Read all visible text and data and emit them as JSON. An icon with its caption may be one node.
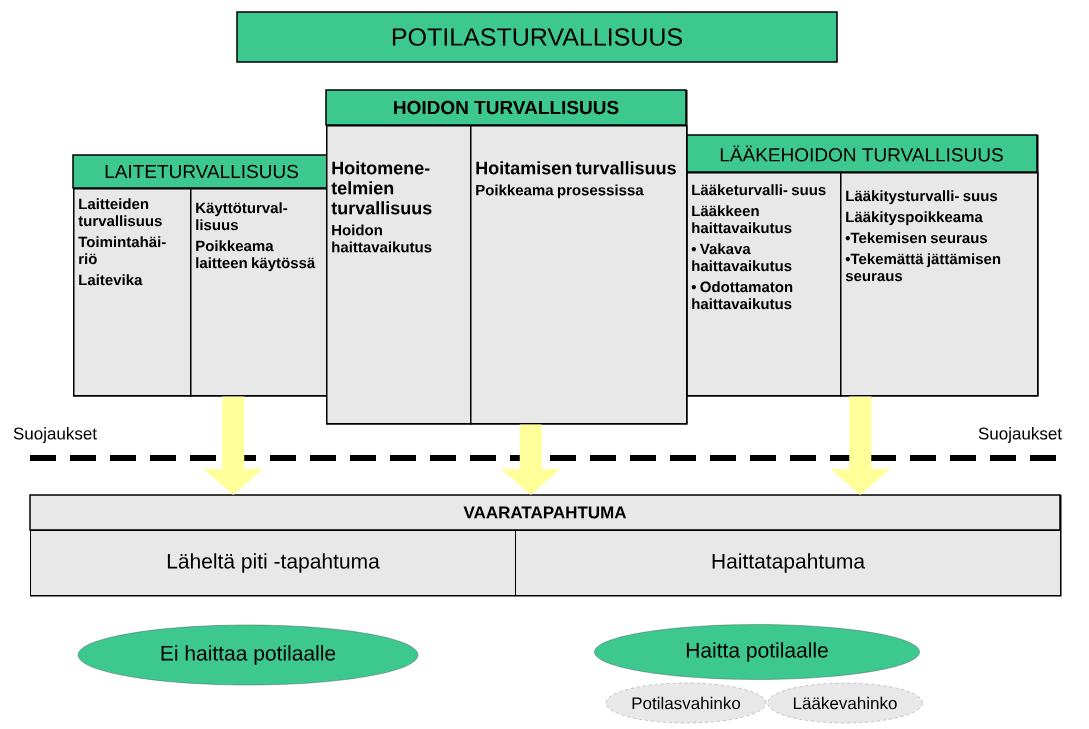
{
  "diagram": {
    "nodes": [
      {
        "text": [
          "POTILASTURVALLISUUS"
        ]
      },
      {
        "text": [
          "LAITETURVALLISUUS"
        ]
      },
      {
        "text": [
          "Laitteiden turvallisuus",
          "Toimintahäi- riö",
          "Laitevika"
        ],
        "in": 1
      },
      {
        "text": [
          "Käyttöturval- lisuus",
          "Poikkeama laitteen käytössä"
        ],
        "in": 1
      },
      {
        "text": [
          "HOIDON TURVALLISUUS"
        ]
      },
      {
        "text": [
          "Hoitomene- telmien turvallisuus",
          "Hoidon haittavaikutus"
        ],
        "in": 4
      },
      {
        "text": [
          "Hoitamisen turvallisuus",
          "Poikkeama prosessissa"
        ],
        "in": 4
      },
      {
        "text": [
          "LÄÄKEHOIDON TURVALLISUUS"
        ]
      },
      {
        "text": [
          "Lääketurvalli- suus",
          "Lääkkeen haittavaikutus",
          "• Vakava haittavaikutus",
          "• Odottamaton haittavaikutus"
        ],
        "in": 7
      },
      {
        "text": [
          "Lääkitysturvalli- suus",
          "Lääkityspoikkeama",
          "•Tekemisen seuraus",
          "•Tekemättä jättämisen seuraus"
        ],
        "in": 7
      },
      {
        "text": [
          "VAARATAPAHTUMA"
        ]
      },
      {
        "text": [
          "Läheltä piti -tapahtuma"
        ],
        "in": 10
      },
      {
        "text": [
          "Haittatapahtuma"
        ],
        "in": 10
      },
      {
        "text": [
          "Ei haittaa potilaalle"
        ]
      },
      {
        "text": [
          "Haitta potilaalle"
        ]
      },
      {
        "text": [
          "Potilasvahinko"
        ]
      },
      {
        "text": [
          "Lääkevahinko"
        ]
      }
    ],
    "edges": [
      {
        "from": 1,
        "to": 10,
        "arrow": "to"
      },
      {
        "from": 4,
        "to": 10,
        "arrow": "to"
      },
      {
        "from": 7,
        "to": 10,
        "arrow": "to"
      }
    ],
    "labels": [
      "Suojaukset",
      "Suojaukset"
    ]
  }
}
